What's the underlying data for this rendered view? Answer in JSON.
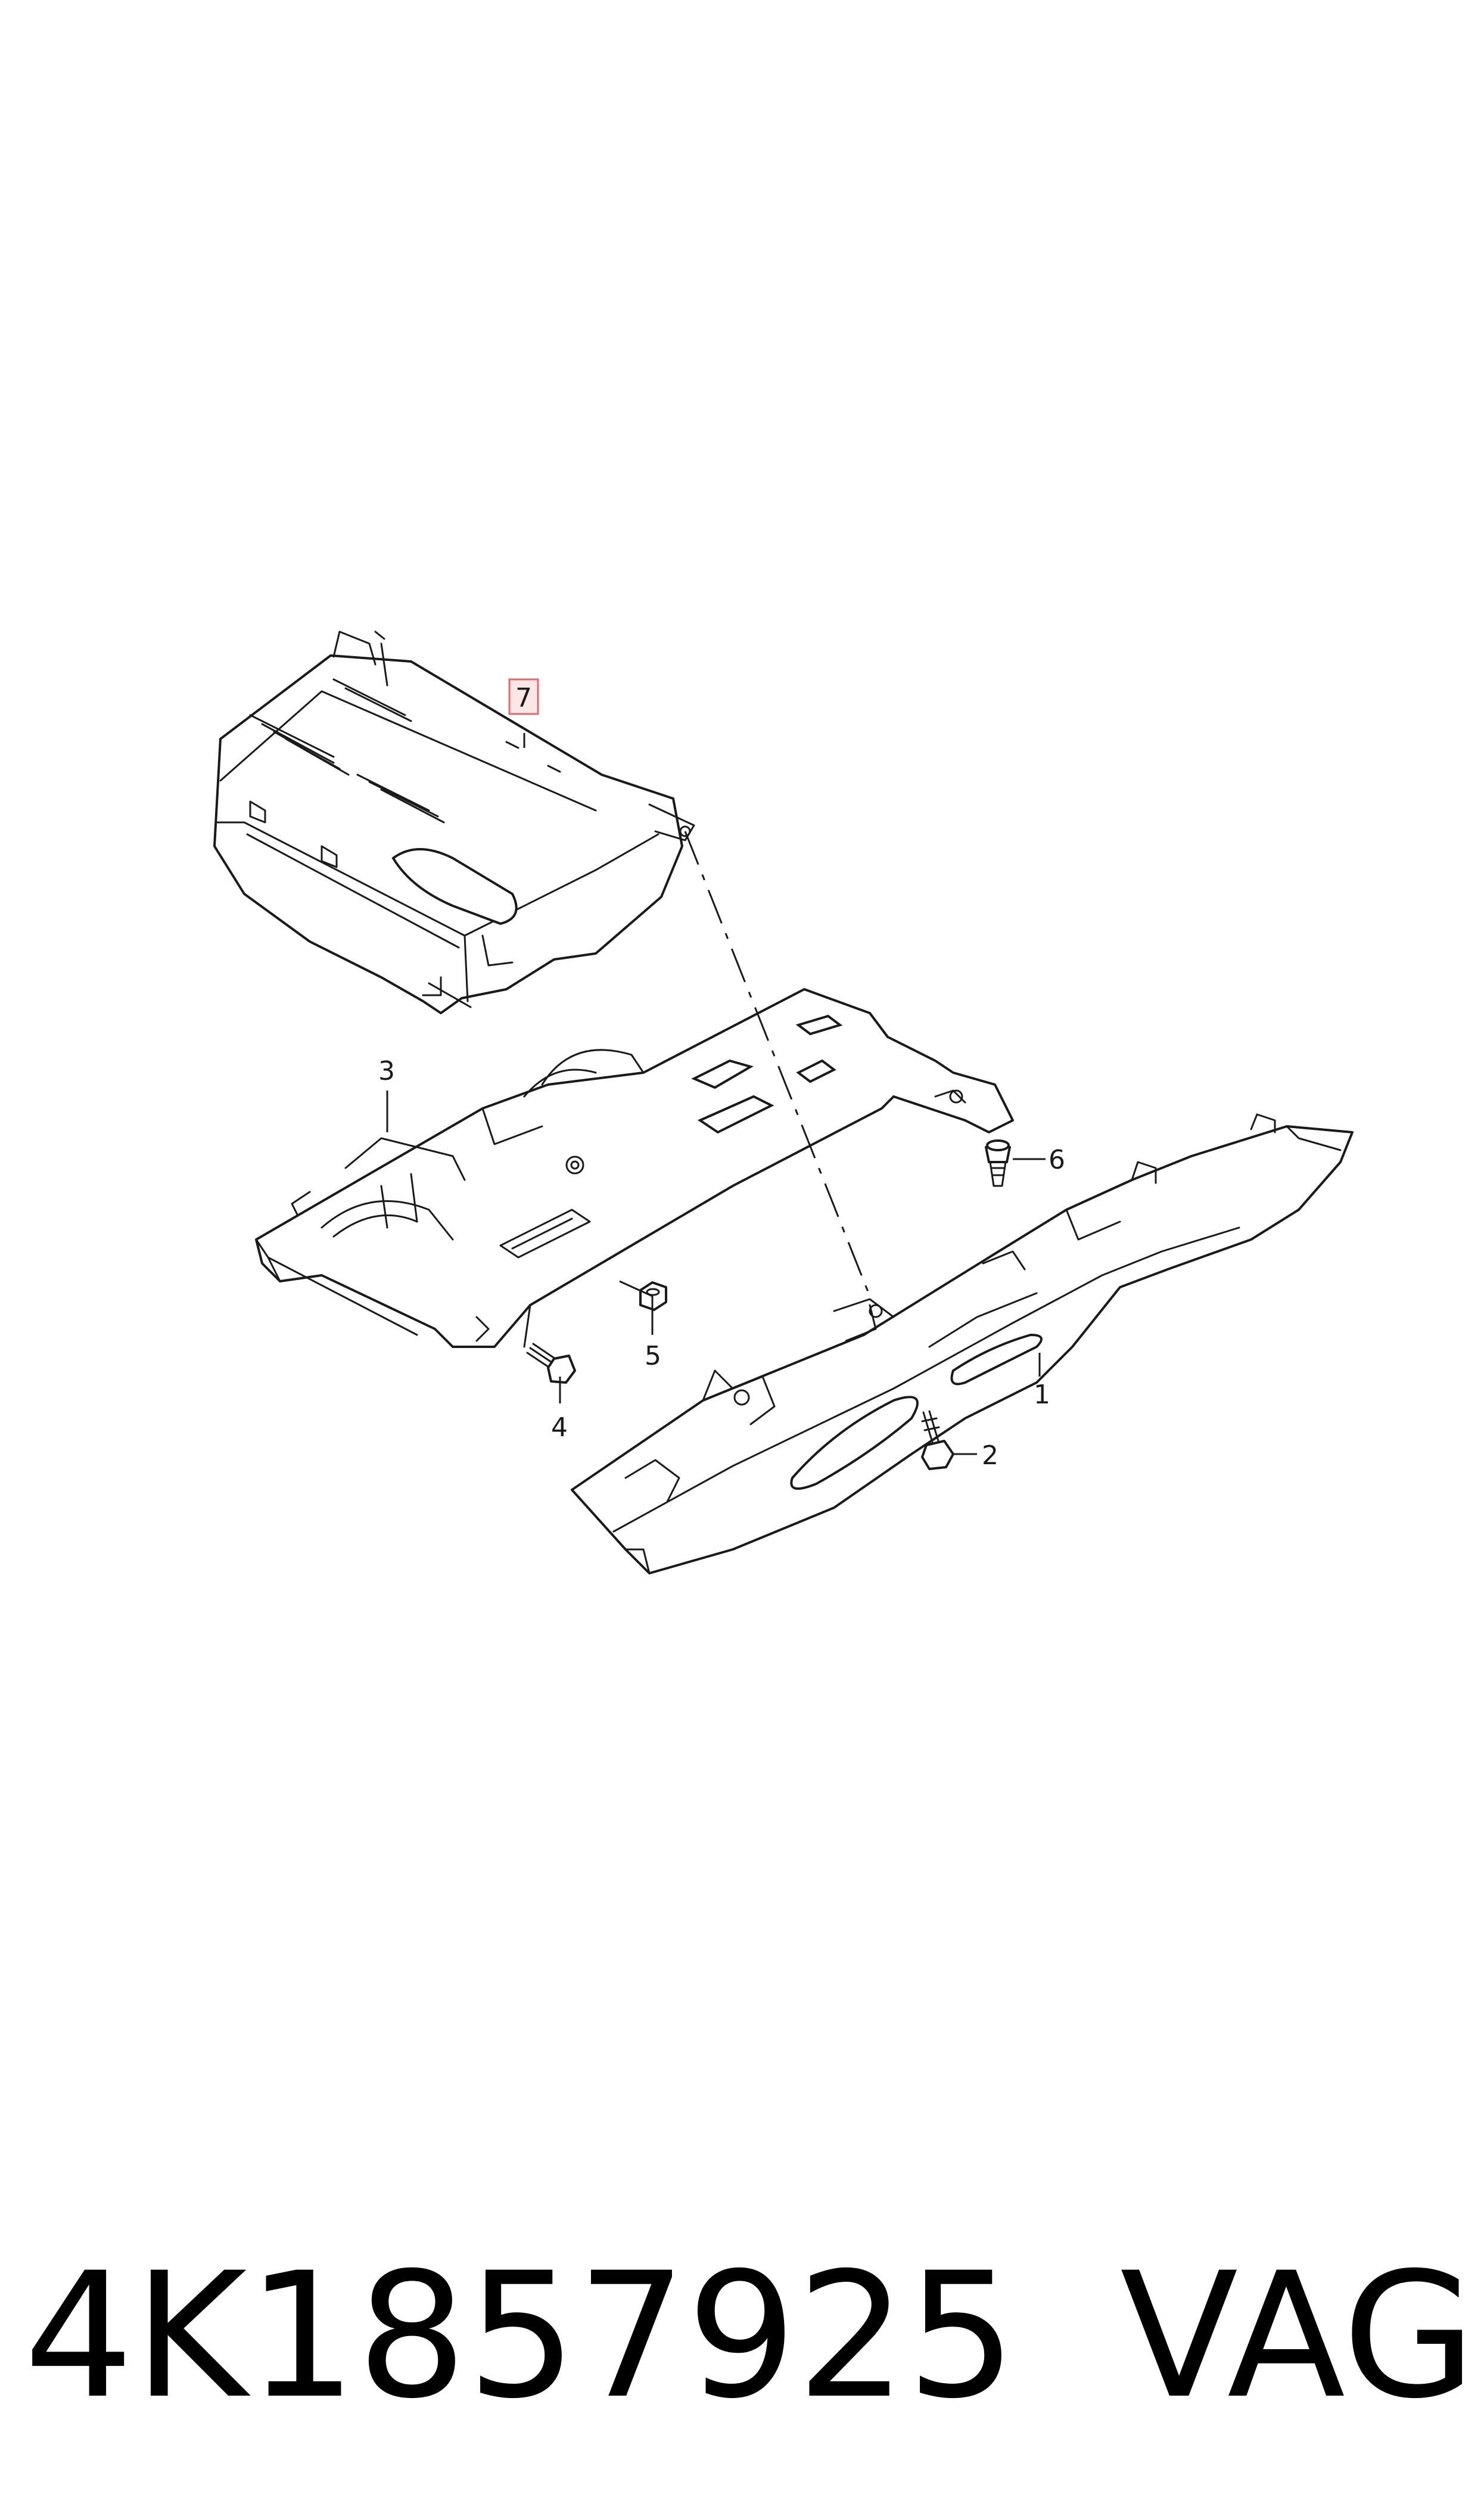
{
  "diagram": {
    "callouts": {
      "c1": "1",
      "c2": "2",
      "c3": "3",
      "c4": "4",
      "c5": "5",
      "c6": "6",
      "c7": "7"
    },
    "highlight_color": "#e06a6a"
  },
  "footer": {
    "part_number": "4K1857925",
    "brand": "VAG"
  }
}
